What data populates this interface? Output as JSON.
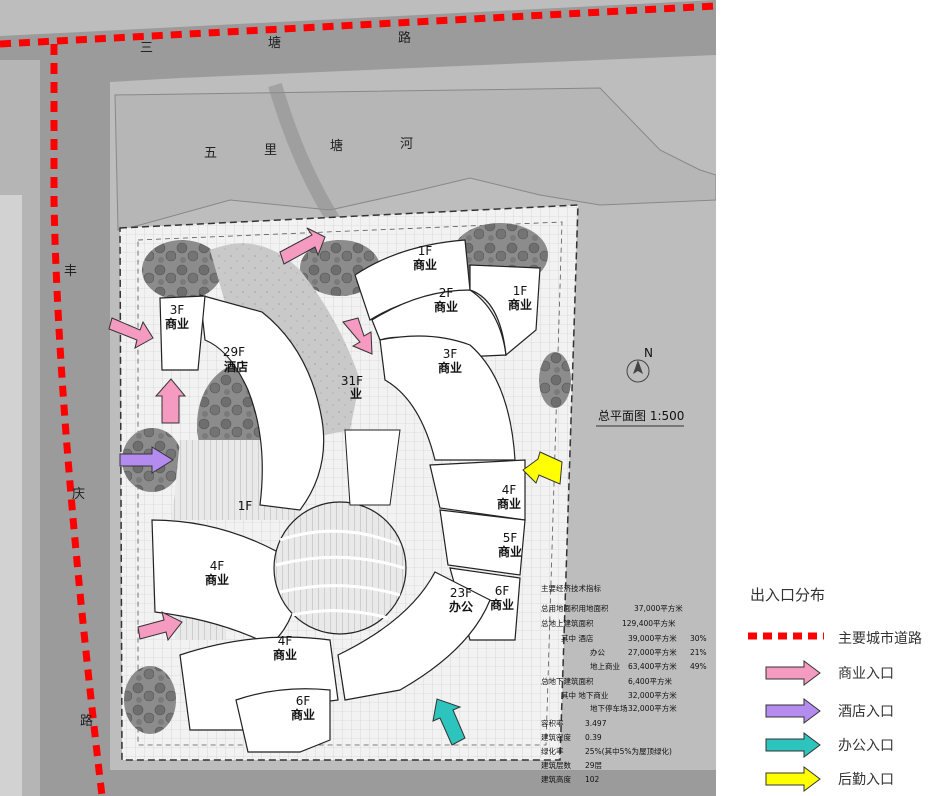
{
  "plan": {
    "road_north_chars": [
      "三",
      "塘",
      "路"
    ],
    "road_west_chars": [
      "丰",
      "庆",
      "路"
    ],
    "river_chars": [
      "五",
      "里",
      "塘",
      "河"
    ],
    "north_label": "N",
    "plan_title": "总平面图 1:500",
    "buildings": [
      {
        "floors": "1F",
        "use": "商业"
      },
      {
        "floors": "2F",
        "use": "商业"
      },
      {
        "floors": "1F",
        "use": "商业"
      },
      {
        "floors": "3F",
        "use": "商业"
      },
      {
        "floors": "3F",
        "use": "商业"
      },
      {
        "floors": "29F",
        "use": "酒店"
      },
      {
        "floors": "31F",
        "use": "业"
      },
      {
        "floors": "1F",
        "use": ""
      },
      {
        "floors": "4F",
        "use": "商业"
      },
      {
        "floors": "4F",
        "use": "商业"
      },
      {
        "floors": "5F",
        "use": "商业"
      },
      {
        "floors": "6F",
        "use": "商业"
      },
      {
        "floors": "23F",
        "use": "办公"
      },
      {
        "floors": "4F",
        "use": "商业"
      },
      {
        "floors": "6F",
        "use": "商业"
      }
    ],
    "index_title": "主要经济技术指标",
    "index_rows": [
      {
        "label": "总用地面积用地面积",
        "value": "37,000平方米",
        "pct": ""
      },
      {
        "label": "总地上建筑面积",
        "value": "129,400平方米",
        "pct": ""
      },
      {
        "label": "其中  酒店",
        "value": "39,000平方米",
        "pct": "30%"
      },
      {
        "label": "办公",
        "value": "27,000平方米",
        "pct": "21%"
      },
      {
        "label": "地上商业",
        "value": "63,400平方米",
        "pct": "49%"
      },
      {
        "label": "总地下建筑面积",
        "value": "6,400平方米",
        "pct": ""
      },
      {
        "label": "其中  地下商业",
        "value": "32,000平方米",
        "pct": ""
      },
      {
        "label": "地下停车场",
        "value": "32,000平方米",
        "pct": ""
      },
      {
        "label": "容积率",
        "value": "3.497",
        "pct": ""
      },
      {
        "label": "建筑密度",
        "value": "0.39",
        "pct": ""
      },
      {
        "label": "绿化率",
        "value": "25%(其中5%为屋顶绿化)",
        "pct": ""
      },
      {
        "label": "建筑层数",
        "value": "29层",
        "pct": ""
      },
      {
        "label": "建筑高度",
        "value": "102",
        "pct": ""
      }
    ]
  },
  "legend": {
    "title": "出入口分布",
    "items": [
      {
        "label": "主要城市道路",
        "symbol": "dashed-line",
        "color": "#ff0000"
      },
      {
        "label": "商业入口",
        "symbol": "arrow",
        "color": "#f59ac0"
      },
      {
        "label": "酒店入口",
        "symbol": "arrow",
        "color": "#b48cf0"
      },
      {
        "label": "办公入口",
        "symbol": "arrow",
        "color": "#2cc4bc"
      },
      {
        "label": "后勤入口",
        "symbol": "arrow",
        "color": "#ffff00"
      }
    ]
  },
  "colors": {
    "road_dash": "#ff0000",
    "commercial_arrow": "#f59ac0",
    "hotel_arrow": "#b48cf0",
    "office_arrow": "#2cc4bc",
    "service_arrow": "#ffff00"
  }
}
